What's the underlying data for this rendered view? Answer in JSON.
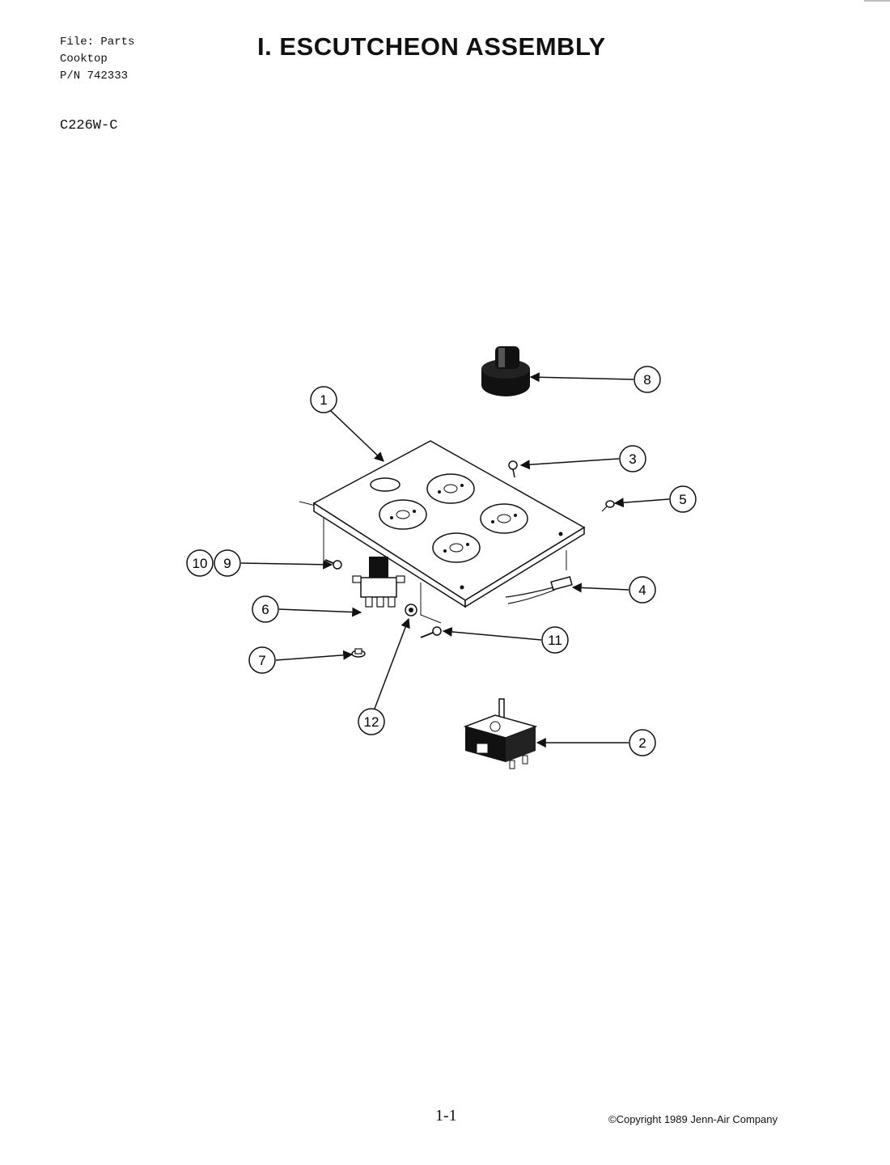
{
  "header": {
    "file_line": "File: Parts",
    "category_line": "Cooktop",
    "part_number_line": "P/N 742333",
    "model": "C226W-C",
    "title": "I. ESCUTCHEON ASSEMBLY"
  },
  "callouts": {
    "c1": "1",
    "c2": "2",
    "c3": "3",
    "c4": "4",
    "c5": "5",
    "c6": "6",
    "c7": "7",
    "c8": "8",
    "c9": "9",
    "c10": "10",
    "c11": "11",
    "c12": "12"
  },
  "footer": {
    "page_number": "1-1",
    "copyright": "©Copyright 1989 Jenn-Air Company"
  }
}
